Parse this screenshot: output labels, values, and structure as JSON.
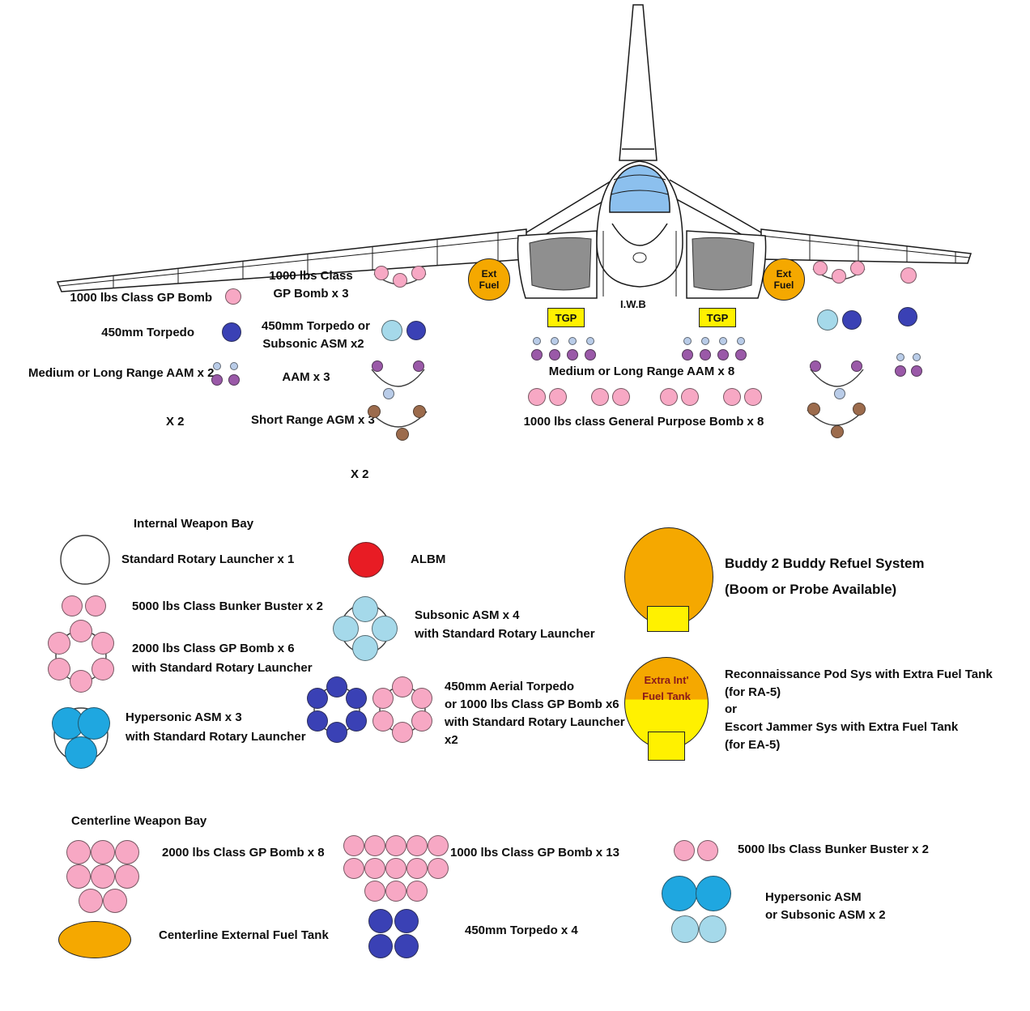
{
  "palette": {
    "pink": "#F7A8C4",
    "blue": "#3A41B5",
    "lightblue": "#A5D9EA",
    "skyblue": "#1FA7E0",
    "paleblue": "#B9CCE8",
    "purple": "#9A59A8",
    "brown": "#9C6B4C",
    "red": "#E81C24",
    "orange": "#F5A800",
    "yellow": "#FFF100",
    "gray": "#8F8F8F",
    "canopy": "#8CC0EE"
  },
  "aircraft": {
    "iwb": "I.W.B",
    "ext_fuel_line1": "Ext",
    "ext_fuel_line2": "Fuel",
    "tgp": "TGP"
  },
  "stations": {
    "outer_left": {
      "gp_bomb": "1000 lbs Class GP Bomb",
      "torpedo": "450mm Torpedo",
      "aam": "Medium or Long Range AAM x 2",
      "multiplier": "X 2"
    },
    "mid_left": {
      "gp_bomb_l1": "1000 lbs Class",
      "gp_bomb_l2": "GP Bomb x 3",
      "torpedo_l1": "450mm Torpedo or",
      "torpedo_l2": "Subsonic ASM x2",
      "aam": "AAM x 3",
      "agm": "Short Range AGM x 3",
      "multiplier": "X 2"
    },
    "center": {
      "aam": "Medium or Long Range AAM x 8",
      "gp_bomb": "1000 lbs class General Purpose Bomb x  8"
    }
  },
  "internal_bay": {
    "heading": "Internal Weapon Bay",
    "rotary": "Standard Rotary Launcher x 1",
    "bunker": "5000 lbs Class Bunker Buster x 2",
    "gp2000_l1": "2000 lbs Class GP Bomb x 6",
    "gp2000_l2": "with Standard Rotary Launcher",
    "hypersonic_l1": "Hypersonic ASM x 3",
    "hypersonic_l2": "with Standard Rotary Launcher",
    "albm": "ALBM",
    "subsonic_l1": "Subsonic ASM x 4",
    "subsonic_l2": "with Standard Rotary Launcher",
    "torpedo_l1": "450mm Aerial Torpedo",
    "torpedo_l2": "or 1000 lbs Class GP Bomb x6",
    "torpedo_l3": "with Standard Rotary Launcher",
    "torpedo_l4": "x2",
    "buddy_l1": "Buddy 2 Buddy Refuel System",
    "buddy_l2": "(Boom or Probe Available)",
    "extra_tank_l1": "Extra Int'",
    "extra_tank_l2": "Fuel Tank",
    "recon_l1": "Reconnaissance Pod Sys with Extra Fuel Tank",
    "recon_l2": "(for RA-5)",
    "recon_l3": "or",
    "recon_l4": "Escort Jammer Sys with Extra Fuel Tank",
    "recon_l5": "(for EA-5)"
  },
  "centerline_bay": {
    "heading": "Centerline Weapon Bay",
    "gp2000": "2000 lbs Class GP Bomb x 8",
    "fuel_tank": "Centerline External Fuel Tank",
    "gp1000": "1000 lbs Class GP Bomb x 13",
    "torpedo": "450mm Torpedo x 4",
    "bunker": "5000 lbs Class Bunker Buster x 2",
    "asm_l1": "Hypersonic ASM",
    "asm_l2": "or Subsonic ASM x 2"
  }
}
